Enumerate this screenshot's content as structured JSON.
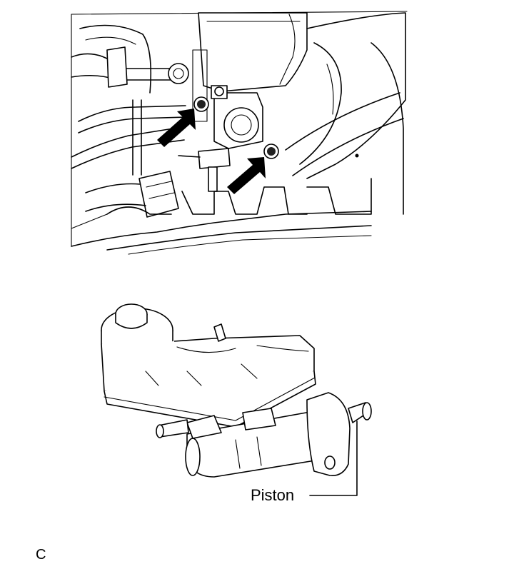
{
  "figure": {
    "top_view": {
      "description_icons": [
        "arrow-icon",
        "bolt-icon"
      ],
      "arrow_count": 2
    },
    "bottom_view": {
      "callouts": [
        {
          "id": "piston",
          "label": "Piston"
        }
      ]
    },
    "corner_code": "C"
  },
  "colors": {
    "ink": "#000000",
    "background": "#ffffff"
  }
}
